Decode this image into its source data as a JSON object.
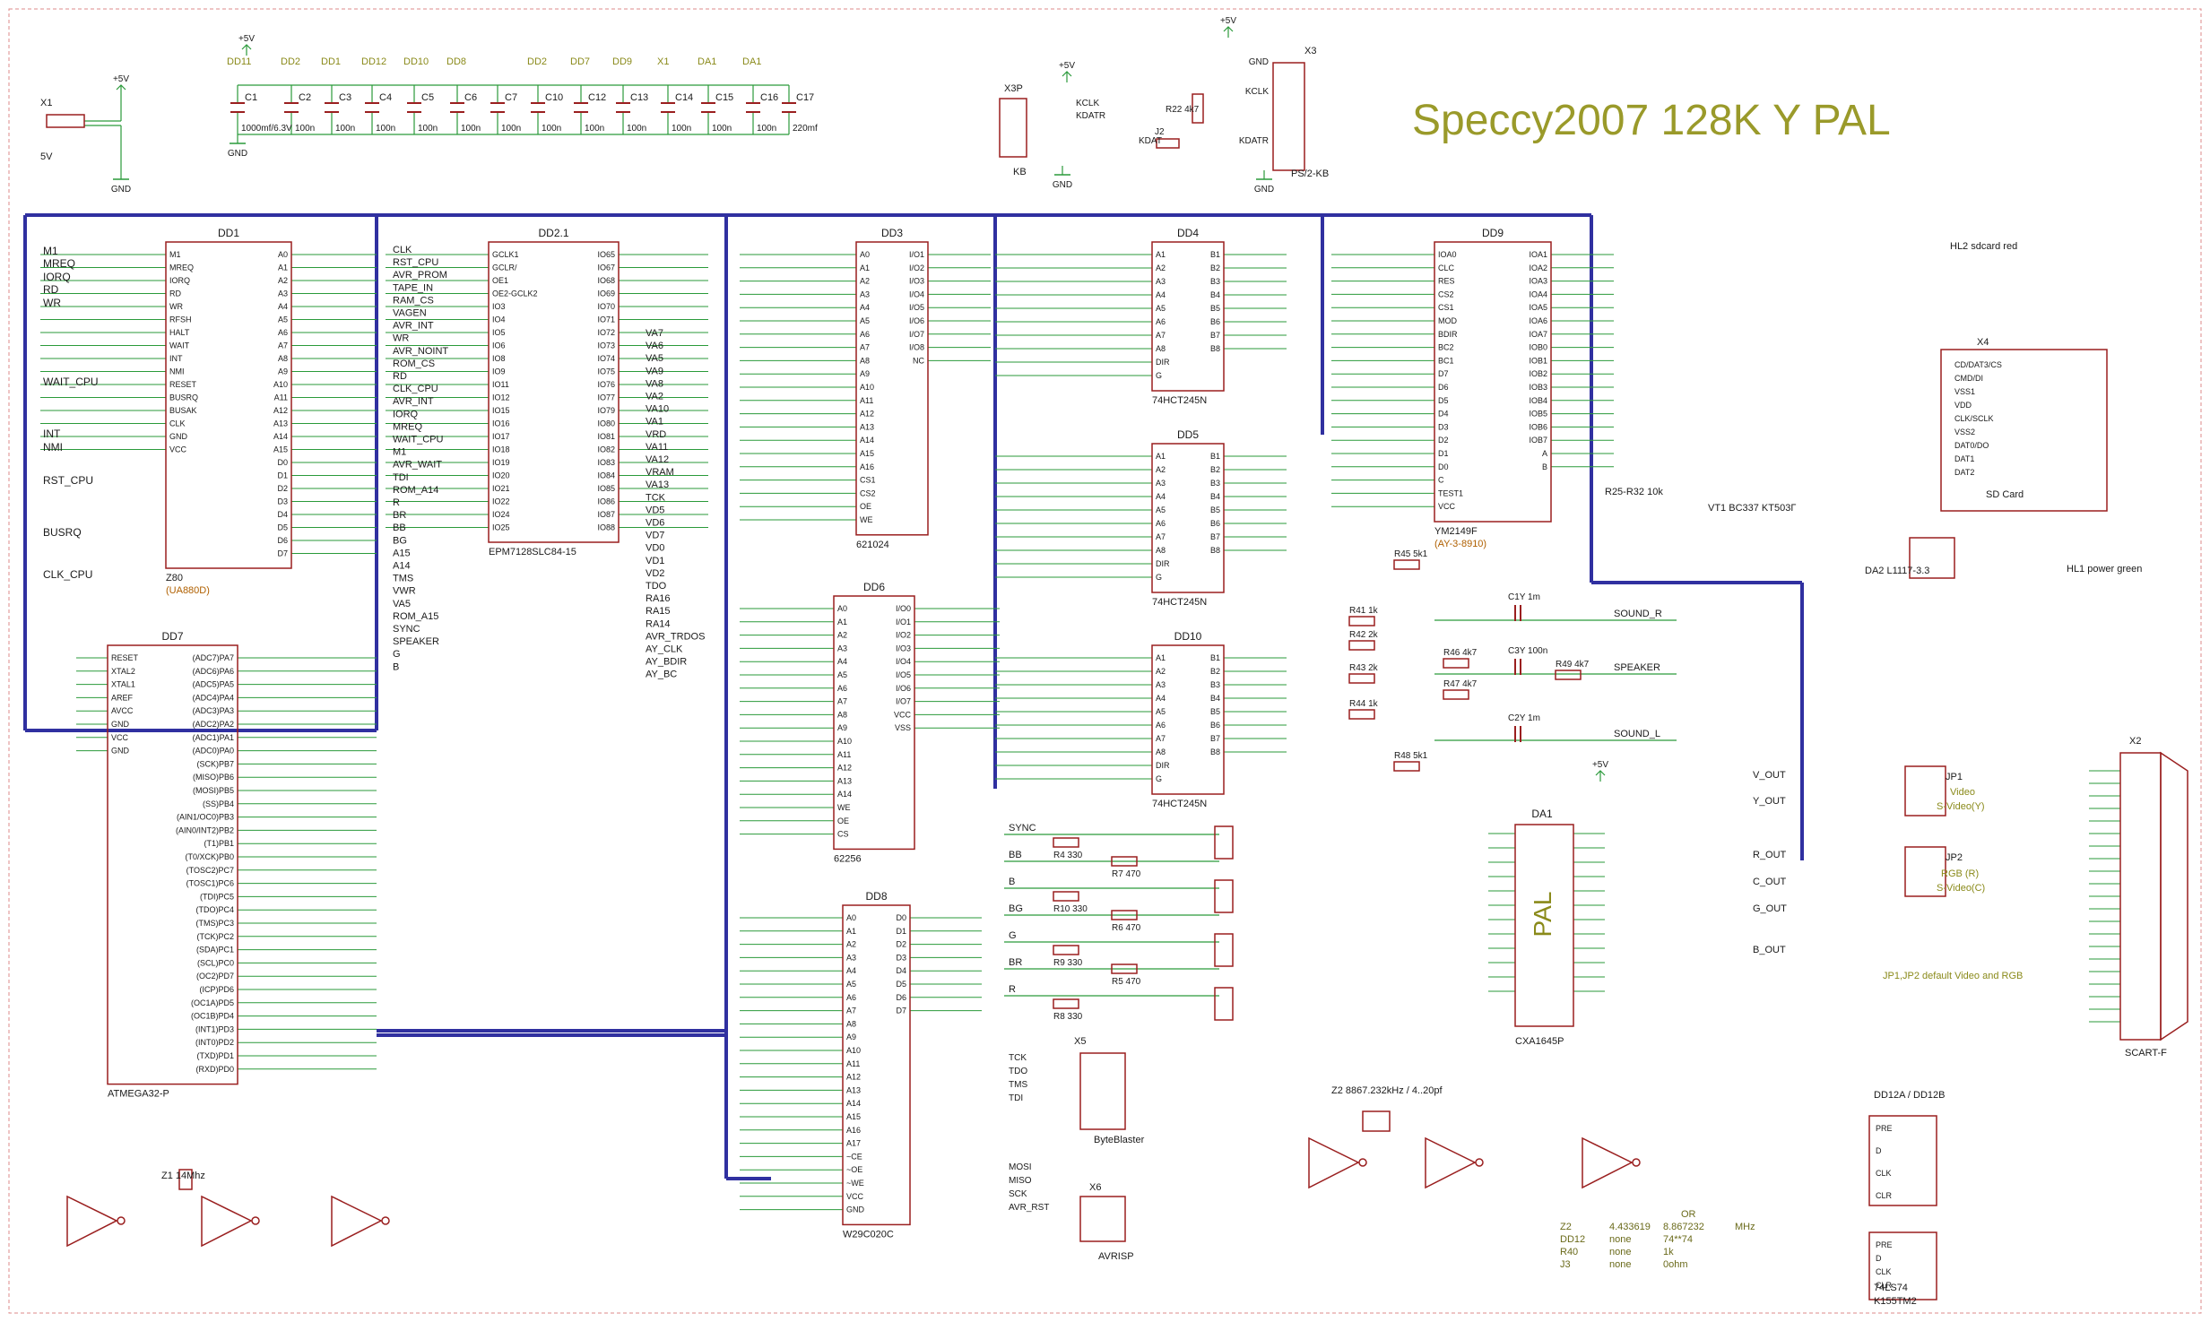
{
  "title": "Speccy2007 128K Y PAL",
  "colors": {
    "wire": "#2a9a3a",
    "bus": "#3030a0",
    "part": "#9a1f1f",
    "text": "#1a1a1a",
    "title": "#9a9a2a",
    "grid": "#f4caca"
  },
  "power_labels": [
    "+5V",
    "+5V",
    "+5V",
    "+5V",
    "+5V"
  ],
  "gnd_label": "GND",
  "decoupling": [
    {
      "name": "C1",
      "value": "1000mf/6.3V",
      "chip": "DD11"
    },
    {
      "name": "C2",
      "value": "100n",
      "chip": "DD2"
    },
    {
      "name": "C3",
      "value": "100n",
      "chip": "DD1"
    },
    {
      "name": "C4",
      "value": "100n",
      "chip": "DD12"
    },
    {
      "name": "C5",
      "value": "100n",
      "chip": "DD10"
    },
    {
      "name": "C6",
      "value": "100n",
      "chip": "DD8"
    },
    {
      "name": "C7",
      "value": "100n",
      "chip": ""
    },
    {
      "name": "C10",
      "value": "100n",
      "chip": "DD2"
    },
    {
      "name": "C12",
      "value": "100n",
      "chip": "DD7"
    },
    {
      "name": "C13",
      "value": "100n",
      "chip": "DD9"
    },
    {
      "name": "C14",
      "value": "100n",
      "chip": "X1"
    },
    {
      "name": "C15",
      "value": "100n",
      "chip": "DA1"
    },
    {
      "name": "C16",
      "value": "100n",
      "chip": "DA1"
    },
    {
      "name": "C17",
      "value": "220mf",
      "chip": ""
    }
  ],
  "chips": {
    "dd1": {
      "name": "DD1",
      "part": "Z80",
      "alt": "(UA880D)",
      "left": [
        "M1",
        "MREQ",
        "IORQ",
        "RD",
        "WR",
        "RFSH",
        "HALT",
        "WAIT",
        "INT",
        "NMI",
        "RESET",
        "BUSRQ",
        "BUSAK",
        "CLK",
        "GND",
        "VCC"
      ],
      "right": [
        "A0",
        "A1",
        "A2",
        "A3",
        "A4",
        "A5",
        "A6",
        "A7",
        "A8",
        "A9",
        "A10",
        "A11",
        "A12",
        "A13",
        "A14",
        "A15",
        "D0",
        "D1",
        "D2",
        "D3",
        "D4",
        "D5",
        "D6",
        "D7"
      ]
    },
    "dd2": {
      "name": "DD2.1",
      "part": "EPM7128SLC84-15",
      "left": [
        "GCLK1",
        "GCLR/",
        "OE1",
        "OE2-GCLK2",
        "IO3",
        "IO4",
        "IO5",
        "IO6",
        "IO8",
        "IO9",
        "IO11",
        "IO12",
        "IO15",
        "IO16",
        "IO17",
        "IO18",
        "IO19",
        "IO20",
        "IO21",
        "IO22",
        "IO24",
        "IO25"
      ],
      "right": [
        "IO65",
        "IO67",
        "IO68",
        "IO69",
        "IO70",
        "IO71",
        "IO72",
        "IO73",
        "IO74",
        "IO75",
        "IO76",
        "IO77",
        "IO79",
        "IO80",
        "IO81",
        "IO82",
        "IO83",
        "IO84",
        "IO85",
        "IO86",
        "IO87",
        "IO88"
      ]
    },
    "dd3": {
      "name": "DD3",
      "part": "621024",
      "left": [
        "A0",
        "A1",
        "A2",
        "A3",
        "A4",
        "A5",
        "A6",
        "A7",
        "A8",
        "A9",
        "A10",
        "A11",
        "A12",
        "A13",
        "A14",
        "A15",
        "A16",
        "CS1",
        "CS2",
        "OE",
        "WE"
      ],
      "right": [
        "I/O1",
        "I/O2",
        "I/O3",
        "I/O4",
        "I/O5",
        "I/O6",
        "I/O7",
        "I/O8",
        "NC"
      ]
    },
    "dd6": {
      "name": "DD6",
      "part": "62256",
      "left": [
        "A0",
        "A1",
        "A2",
        "A3",
        "A4",
        "A5",
        "A6",
        "A7",
        "A8",
        "A9",
        "A10",
        "A11",
        "A12",
        "A13",
        "A14",
        "WE",
        "OE",
        "CS"
      ],
      "right": [
        "I/O0",
        "I/O1",
        "I/O2",
        "I/O3",
        "I/O4",
        "I/O5",
        "I/O6",
        "I/O7",
        "VCC",
        "VSS"
      ]
    },
    "dd8": {
      "name": "DD8",
      "part": "W29C020C",
      "left": [
        "A0",
        "A1",
        "A2",
        "A3",
        "A4",
        "A5",
        "A6",
        "A7",
        "A8",
        "A9",
        "A10",
        "A11",
        "A12",
        "A13",
        "A14",
        "A15",
        "A16",
        "A17",
        "~CE",
        "~OE",
        "~WE",
        "VCC",
        "GND"
      ],
      "right": [
        "D0",
        "D1",
        "D2",
        "D3",
        "D4",
        "D5",
        "D6",
        "D7"
      ]
    },
    "dd4": {
      "name": "DD4",
      "part": "74HCT245N",
      "left": [
        "A1",
        "A2",
        "A3",
        "A4",
        "A5",
        "A6",
        "A7",
        "A8",
        "DIR",
        "G"
      ],
      "right": [
        "B1",
        "B2",
        "B3",
        "B4",
        "B5",
        "B6",
        "B7",
        "B8"
      ]
    },
    "dd5": {
      "name": "DD5",
      "part": "74HCT245N",
      "left": [
        "A1",
        "A2",
        "A3",
        "A4",
        "A5",
        "A6",
        "A7",
        "A8",
        "DIR",
        "G"
      ],
      "right": [
        "B1",
        "B2",
        "B3",
        "B4",
        "B5",
        "B6",
        "B7",
        "B8"
      ]
    },
    "dd10": {
      "name": "DD10",
      "part": "74HCT245N",
      "left": [
        "A1",
        "A2",
        "A3",
        "A4",
        "A5",
        "A6",
        "A7",
        "A8",
        "DIR",
        "G"
      ],
      "right": [
        "B1",
        "B2",
        "B3",
        "B4",
        "B5",
        "B6",
        "B7",
        "B8"
      ]
    },
    "dd9": {
      "name": "DD9",
      "part": "YM2149F",
      "alt": "(AY-3-8910)",
      "left": [
        "IOA0",
        "CLC",
        "RES",
        "CS2",
        "CS1",
        "MOD",
        "BDIR",
        "BC2",
        "BC1",
        "D7",
        "D6",
        "D5",
        "D4",
        "D3",
        "D2",
        "D1",
        "D0",
        "C",
        "TEST1",
        "VCC"
      ],
      "right": [
        "IOA1",
        "IOA2",
        "IOA3",
        "IOA4",
        "IOA5",
        "IOA6",
        "IOA7",
        "IOB0",
        "IOB1",
        "IOB2",
        "IOB3",
        "IOB4",
        "IOB5",
        "IOB6",
        "IOB7",
        "A",
        "B"
      ]
    },
    "dd7": {
      "name": "DD7",
      "part": "ATMEGA32-P",
      "left": [
        "RESET",
        "XTAL2",
        "XTAL1",
        "AREF",
        "AVCC",
        "GND",
        "VCC",
        "GND"
      ],
      "right": [
        "(ADC7)PA7",
        "(ADC6)PA6",
        "(ADC5)PA5",
        "(ADC4)PA4",
        "(ADC3)PA3",
        "(ADC2)PA2",
        "(ADC1)PA1",
        "(ADC0)PA0",
        "(SCK)PB7",
        "(MISO)PB6",
        "(MOSI)PB5",
        "(SS)PB4",
        "(AIN1/OC0)PB3",
        "(AIN0/INT2)PB2",
        "(T1)PB1",
        "(T0/XCK)PB0",
        "(TOSC2)PC7",
        "(TOSC1)PC6",
        "(TDI)PC5",
        "(TDO)PC4",
        "(TMS)PC3",
        "(TCK)PC2",
        "(SDA)PC1",
        "(SCL)PC0",
        "(OC2)PD7",
        "(ICP)PD6",
        "(OC1A)PD5",
        "(OC1B)PD4",
        "(INT1)PD3",
        "(INT0)PD2",
        "(TXD)PD1",
        "(RXD)PD0"
      ]
    },
    "da1": {
      "name": "DA1",
      "part": "CXA1645P",
      "center": "PAL"
    },
    "dd12": {
      "name": "DD12A / DD12B",
      "part": "74LS74",
      "alt": "K155TM2"
    }
  },
  "dd1_signals": [
    "M1",
    "MREQ",
    "IORQ",
    "RD",
    "WR",
    "WAIT_CPU",
    "INT",
    "NMI",
    "RST_CPU",
    "BUSRQ",
    "CLK_CPU"
  ],
  "dd2_signals": [
    "CLK",
    "RST_CPU",
    "AVR_PROM",
    "TAPE_IN",
    "RAM_CS",
    "VAGEN",
    "AVR_INT",
    "WR",
    "AVR_NOINT",
    "ROM_CS",
    "RD",
    "CLK_CPU",
    "AVR_INT",
    "IORQ",
    "MREQ",
    "WAIT_CPU",
    "M1",
    "AVR_WAIT",
    "TDI",
    "ROM_A14",
    "R",
    "BR",
    "BB",
    "BG",
    "A15",
    "A14",
    "TMS",
    "VWR",
    "VA5",
    "ROM_A15",
    "SYNC",
    "SPEAKER",
    "G",
    "B"
  ],
  "dd2_right_signals": [
    "VA7",
    "VA6",
    "VA5",
    "VA9",
    "VA8",
    "VA2",
    "VA10",
    "VA1",
    "VRD",
    "VA11",
    "VA12",
    "VRAM",
    "VA13",
    "TCK",
    "VD5",
    "VD6",
    "VD7",
    "VD0",
    "VD1",
    "VD2",
    "TDO",
    "RA16",
    "RA15",
    "RA14",
    "AVR_TRDOS",
    "AY_CLK",
    "AY_BDIR",
    "AY_BC"
  ],
  "connectors": {
    "x1": {
      "name": "X1",
      "label": "5V"
    },
    "x3p": {
      "name": "X3P",
      "pins": [
        "KCLK",
        "KDATR"
      ],
      "label": "KB"
    },
    "x3": {
      "name": "X3",
      "label": "PS/2-KB",
      "pins": [
        "GND",
        "KCLK",
        "KDATR"
      ]
    },
    "x2": {
      "name": "X2",
      "label": "SCART-F"
    },
    "x4": {
      "name": "X4",
      "label": "SD Card",
      "pins": [
        "CD/DAT3/CS",
        "CMD/DI",
        "VSS1",
        "VDD",
        "CLK/SCLK",
        "VSS2",
        "DAT0/DO",
        "DAT1",
        "DAT2"
      ]
    },
    "x5": {
      "name": "X5",
      "label": "ByteBlaster",
      "pins": [
        "TCK",
        "TDO",
        "TMS",
        "TDI"
      ]
    },
    "x6": {
      "name": "X6",
      "label": "AVRISP",
      "pins": [
        "MOSI",
        "MISO",
        "SCK",
        "AVR_RST"
      ]
    }
  },
  "audio": {
    "labels": [
      "SOUND_R",
      "SPEAKER",
      "SOUND_L"
    ],
    "parts": [
      "R41 1k",
      "R42 2k",
      "R43 2k",
      "R44 1k",
      "R45 5k1",
      "R46 4k7",
      "R47 4k7",
      "R48 5k1",
      "R49 4k7",
      "C1Y 1m",
      "C3Y 100n",
      "C2Y 1m"
    ]
  },
  "video": {
    "inputs": [
      "SYNC",
      "BB",
      "B",
      "BG",
      "G",
      "BR",
      "R"
    ],
    "resistors": [
      "R4 330",
      "R7 470",
      "R10 330",
      "R6 470",
      "R9 330",
      "R5 470",
      "R8 330"
    ],
    "outputs": [
      "V_OUT",
      "Y_OUT",
      "R_OUT",
      "C_OUT",
      "G_OUT",
      "B_OUT"
    ],
    "jumpers": [
      "JP1 Video S-Video(Y)",
      "JP2 RGB (R) S-Video(C)"
    ],
    "note": "JP1,JP2 default Video and RGB"
  },
  "misc_labels": {
    "hl1": "HL1 power green",
    "hl2": "HL2 sdcard red",
    "vt1": "VT1 BC337 KT503Г",
    "da2": "DA2 L1117-3.3",
    "z1": "Z1 14Mhz",
    "z2": "Z2 8867.232kHz / 4..20pf",
    "r25_32": "R25-R32 10k"
  },
  "table": [
    [
      "Z2",
      "4.433619",
      "8.867232",
      "MHz"
    ],
    [
      "DD12",
      "none",
      "74**74",
      ""
    ],
    [
      "R40",
      "none",
      "1k",
      ""
    ],
    [
      "J3",
      "none",
      "0ohm",
      ""
    ]
  ],
  "table_or": "OR"
}
